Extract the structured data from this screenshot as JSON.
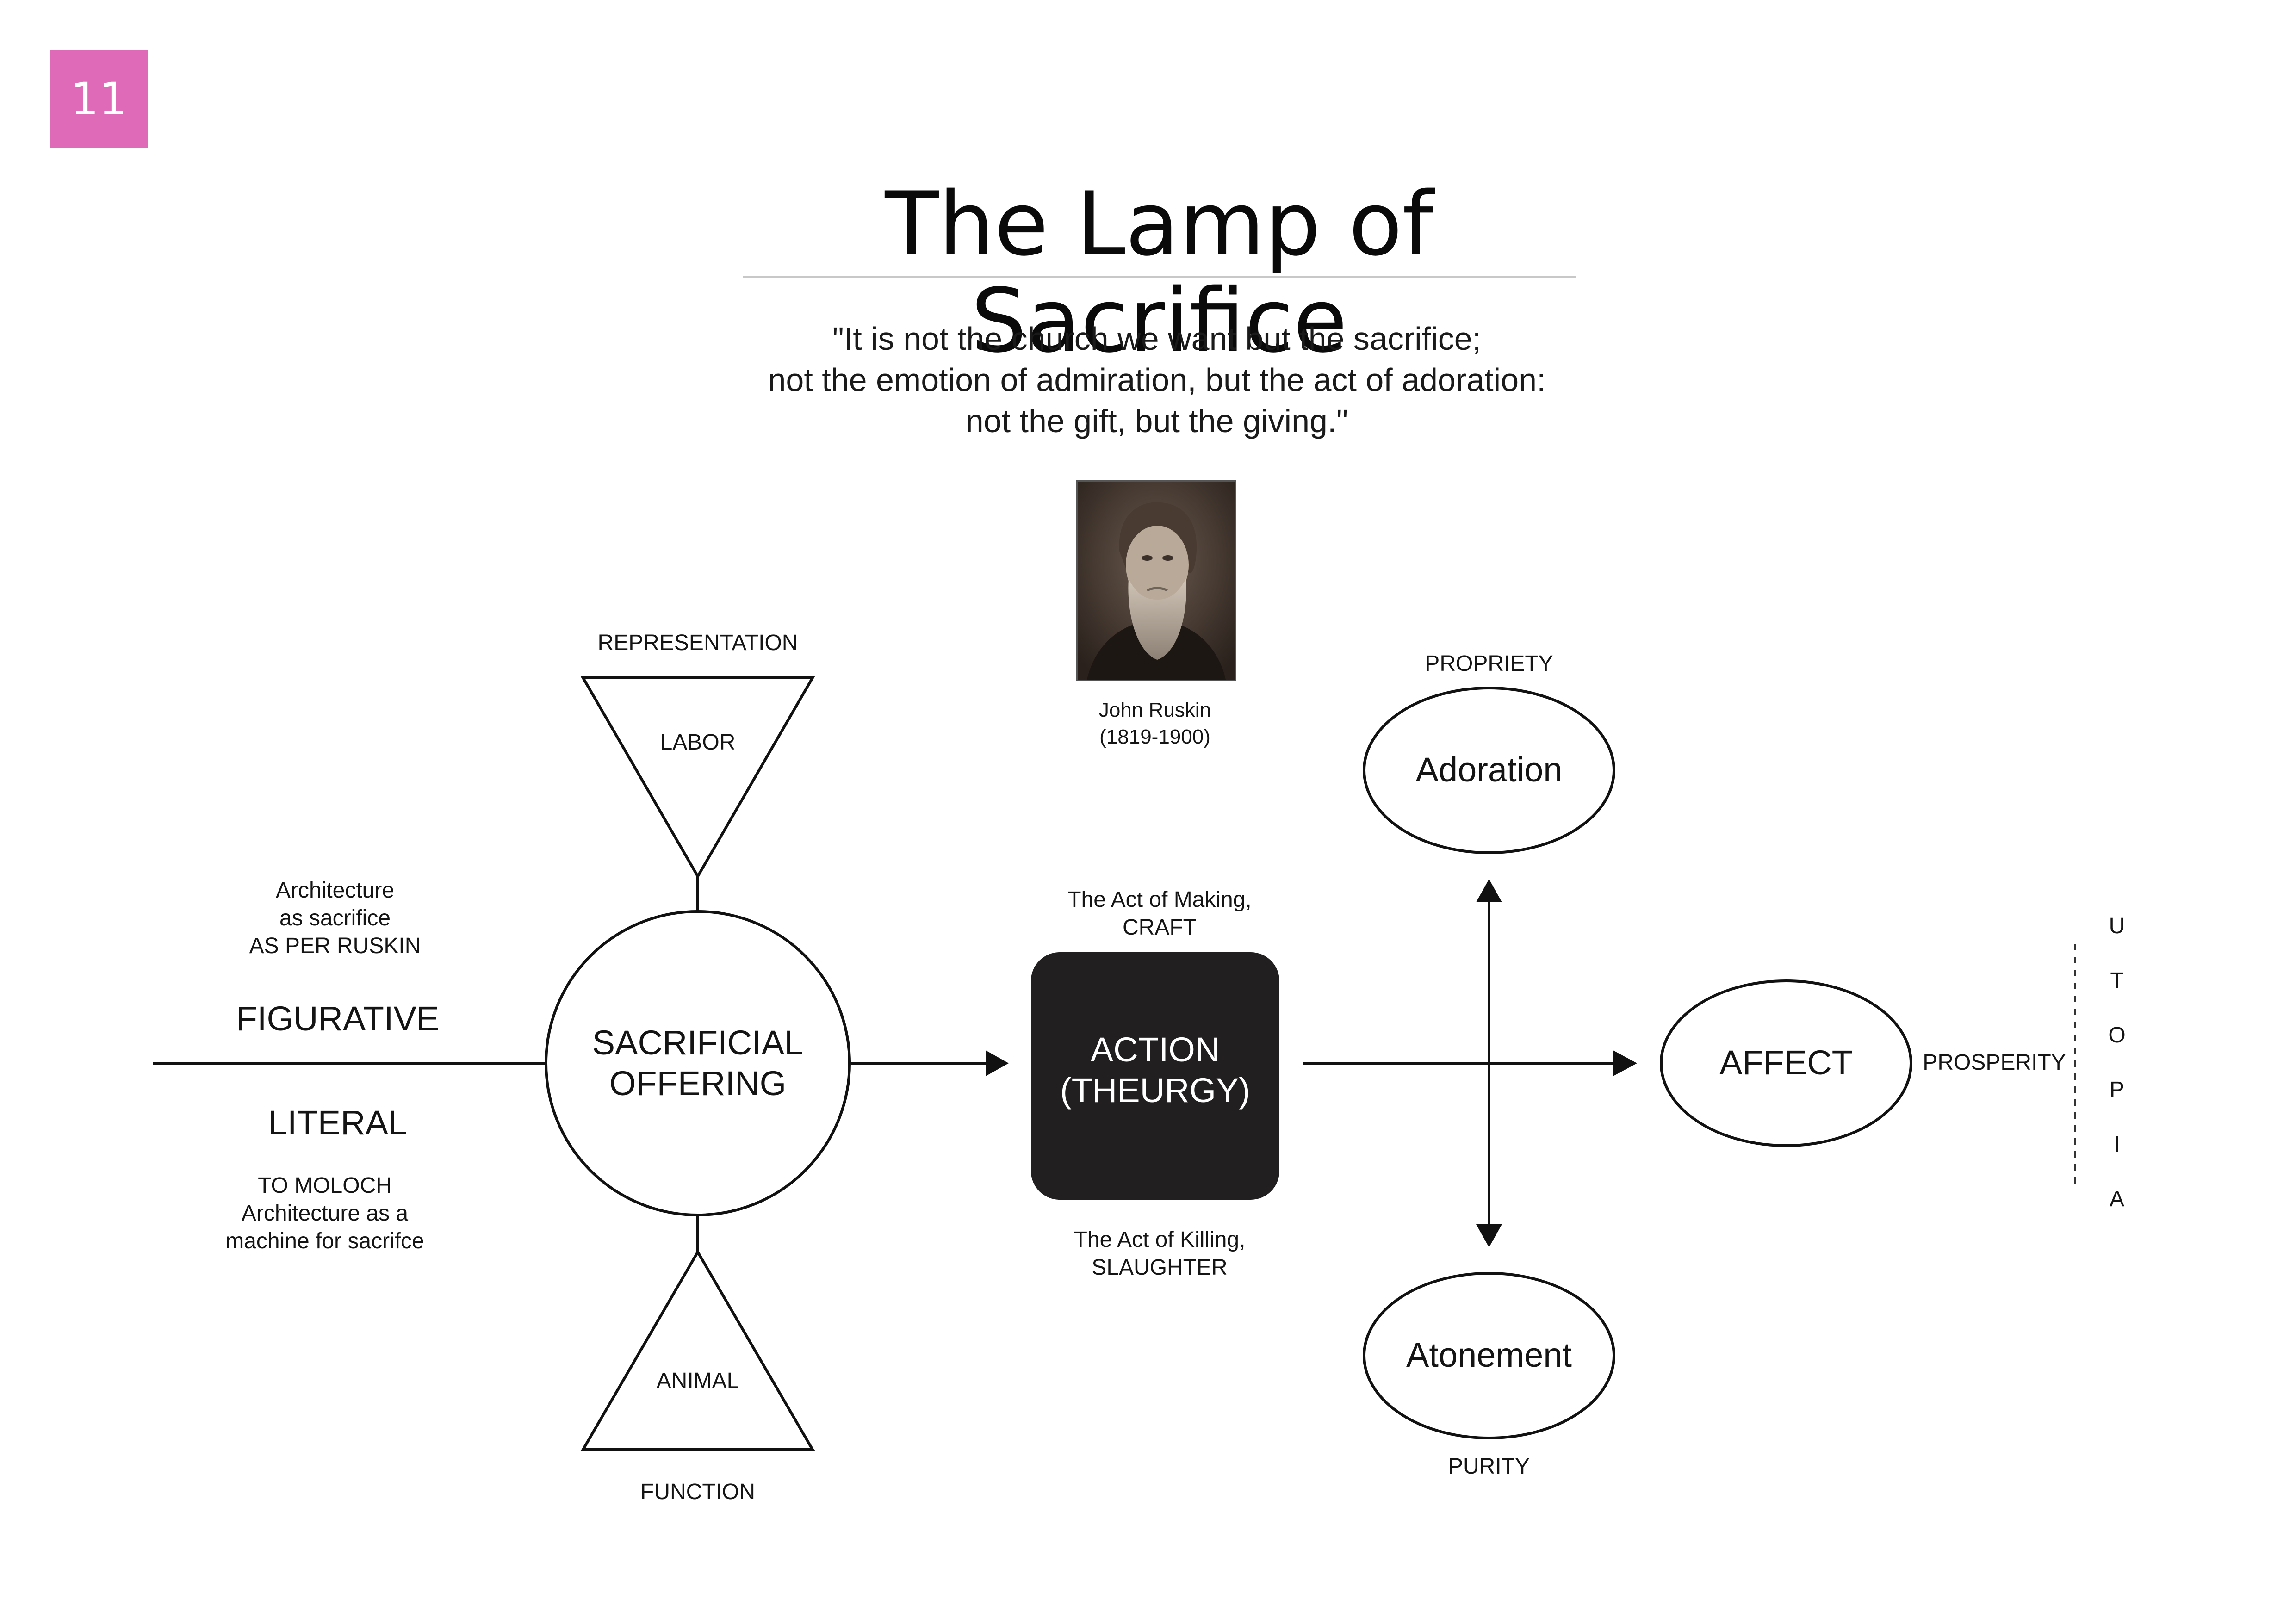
{
  "page_number": "11",
  "title": "The Lamp of Sacrifice",
  "quote": [
    "\"It is not the church we want but the sacrifice;",
    "not the emotion of admiration, but the act of adoration:",
    "not the gift, but the giving.\""
  ],
  "portrait": {
    "name": "John Ruskin",
    "dates": "(1819-1900)"
  },
  "left": {
    "upper_note": [
      "Architecture",
      "as  sacrifice",
      "AS PER RUSKIN"
    ],
    "figurative": "FIGURATIVE",
    "literal": "LITERAL",
    "lower_note": [
      "TO MOLOCH",
      "Architecture as a",
      "machine for sacrifce"
    ]
  },
  "offering": {
    "label": [
      "SACRIFICIAL",
      "OFFERING"
    ],
    "top_triangle": {
      "inner": "LABOR",
      "caption": "REPRESENTATION"
    },
    "bottom_triangle": {
      "inner": "ANIMAL",
      "caption": "FUNCTION"
    }
  },
  "action": {
    "label": [
      "ACTION",
      "(THEURGY)"
    ],
    "above": [
      "The Act of Making,",
      "CRAFT"
    ],
    "below": [
      "The Act of Killing,",
      "SLAUGHTER"
    ]
  },
  "adoration": {
    "label": "Adoration",
    "caption": "PROPRIETY"
  },
  "atonement": {
    "label": "Atonement",
    "caption": "PURITY"
  },
  "affect": {
    "label": "AFFECT",
    "caption": "PROSPERITY"
  },
  "utopia_letters": [
    "U",
    "T",
    "O",
    "P",
    "I",
    "A"
  ],
  "colors": {
    "badge": "#df6bb8",
    "action_box": "#221f20",
    "line": "#111111"
  }
}
